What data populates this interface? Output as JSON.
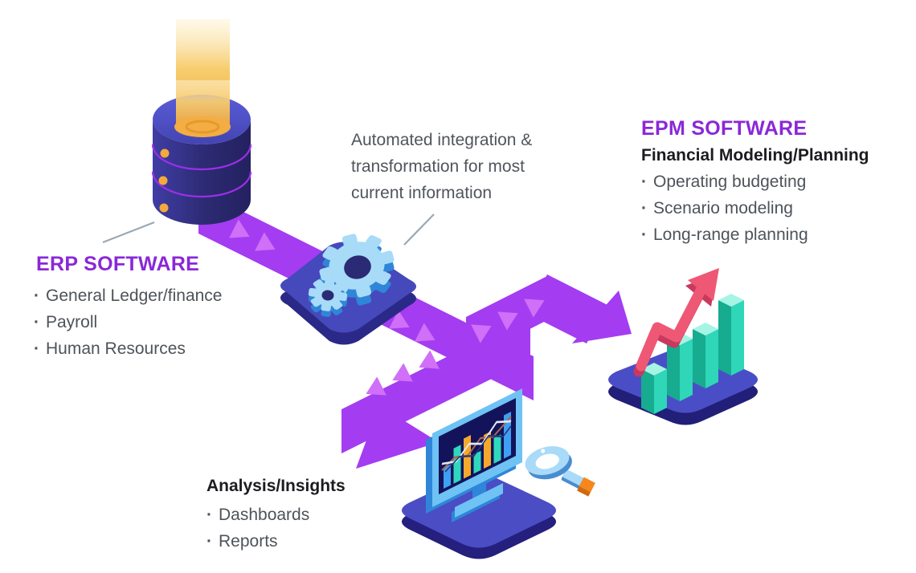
{
  "erp_section": {
    "heading": "ERP SOFTWARE",
    "items": [
      "General Ledger/finance",
      "Payroll",
      "Human Resources"
    ]
  },
  "integration_note": {
    "text": "Automated integration & transformation for most current information"
  },
  "epm_section": {
    "heading": "EPM SOFTWARE",
    "subheading": "Financial Modeling/Planning",
    "items": [
      "Operating budgeting",
      "Scenario modeling",
      "Long-range planning"
    ]
  },
  "analysis_section": {
    "heading": "Analysis/Insights",
    "items": [
      "Dashboards",
      "Reports"
    ]
  },
  "icons": {
    "database": "database-icon",
    "gears": "gears-icon",
    "growth_chart": "growth-chart-icon",
    "monitor": "monitor-chart-icon",
    "magnifier": "magnifier-icon"
  },
  "colors": {
    "heading_purple": "#8a28d8",
    "flow_purple": "#a43cf2",
    "chevron_purple": "#d06ff7",
    "platform_indigo": "#4649bb",
    "platform_shadow": "#2b2987",
    "database_navy": "#2c2a72",
    "database_ring_purple": "#9c2fe8",
    "gear_blue": "#a7dbf8",
    "gear_blue_dark": "#2f86d8",
    "bar_teal": "#2fd6b8",
    "growth_arrow_pink": "#ef5874",
    "beam_orange": "#f3a83b",
    "accent_orange": "#f6871e",
    "screen_navy": "#13135c",
    "screen_bar_blue": "#3f9ff2",
    "screen_bar_orange": "#f5a82b",
    "body_text": "#4e535a",
    "dark_text": "#1c1c20",
    "leader_line": "#9aa8b5"
  }
}
